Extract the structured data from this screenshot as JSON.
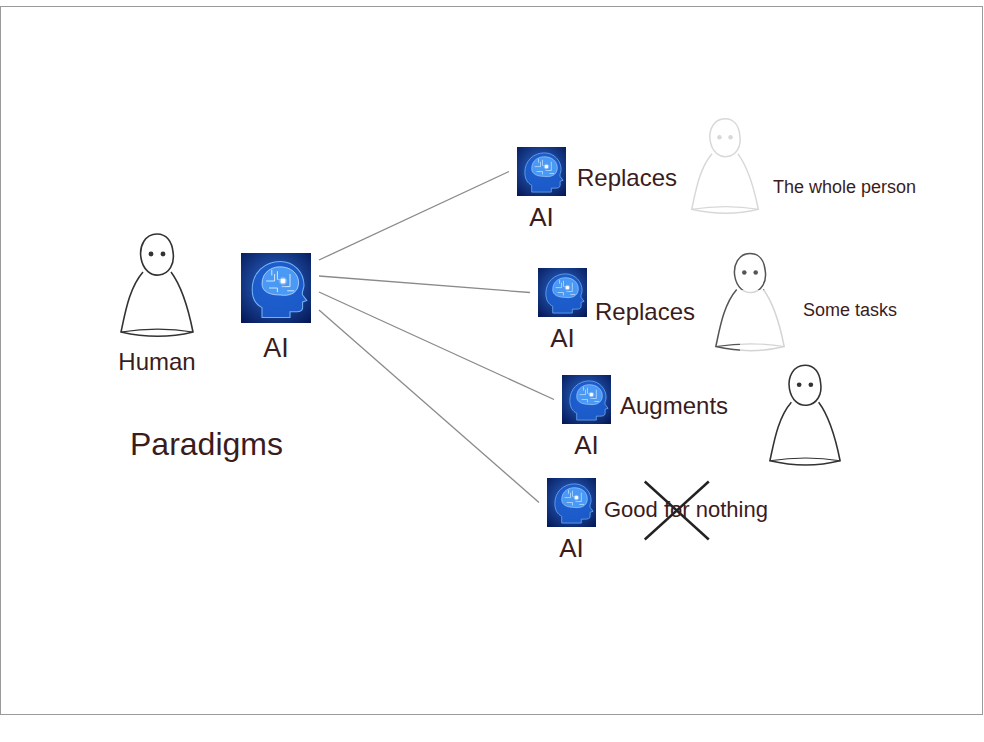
{
  "diagram": {
    "nodes": [
      {
        "text": [
          "Human"
        ]
      },
      {
        "text": [
          "AI"
        ]
      },
      {
        "text": [
          "AI"
        ]
      },
      {
        "text": [
          "AI"
        ]
      },
      {
        "text": [
          "AI"
        ]
      },
      {
        "text": [
          "AI"
        ]
      }
    ],
    "edges": [
      {
        "from": 1,
        "to": 2,
        "arrow": "none"
      },
      {
        "from": 1,
        "to": 3,
        "arrow": "none"
      },
      {
        "from": 1,
        "to": 4,
        "arrow": "none"
      },
      {
        "from": 1,
        "to": 5,
        "arrow": "none"
      }
    ],
    "labels": [
      "Paradigms",
      "Replaces",
      "The whole person",
      "Replaces",
      "Some tasks",
      "Augments",
      "Good for nothing"
    ]
  }
}
